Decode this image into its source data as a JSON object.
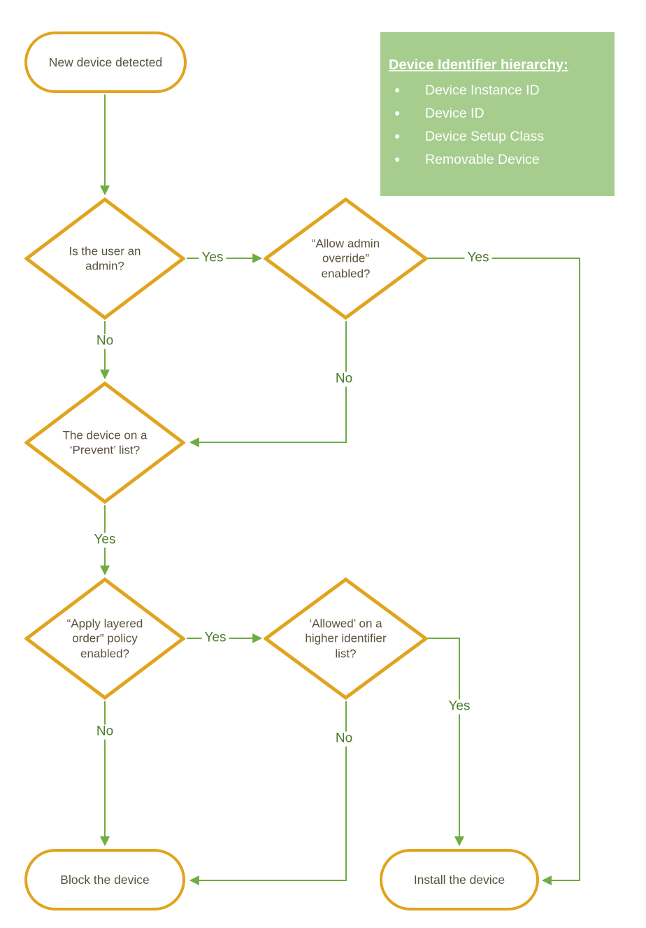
{
  "nodes": {
    "start": {
      "label": "New device detected"
    },
    "admin_check": {
      "label": "Is the user an admin?"
    },
    "override_check": {
      "label": "“Allow admin override” enabled?"
    },
    "prevent_list_check": {
      "label": "The device on a ‘Prevent’ list?"
    },
    "layered_order_check": {
      "label": "“Apply layered order” policy enabled?"
    },
    "higher_identifier_check": {
      "label": "‘Allowed’ on a higher identifier list?"
    },
    "block": {
      "label": "Block the device"
    },
    "install": {
      "label": "Install the device"
    }
  },
  "edge_labels": {
    "admin_yes": "Yes",
    "admin_no": "No",
    "override_yes": "Yes",
    "override_no": "No",
    "prevent_yes": "Yes",
    "layered_yes": "Yes",
    "layered_no": "No",
    "higher_yes": "Yes",
    "higher_no": "No"
  },
  "legend": {
    "title": "Device Identifier hierarchy:",
    "items": [
      "Device Instance ID",
      "Device ID",
      "Device Setup Class",
      "Removable Device"
    ]
  },
  "colors": {
    "node_border": "#E0A41E",
    "connector": "#6FAC44",
    "edge_label_text": "#4D7C2A",
    "legend_background": "#A6CD8E",
    "legend_text": "#FFFFFF",
    "node_text": "#5A523C"
  }
}
